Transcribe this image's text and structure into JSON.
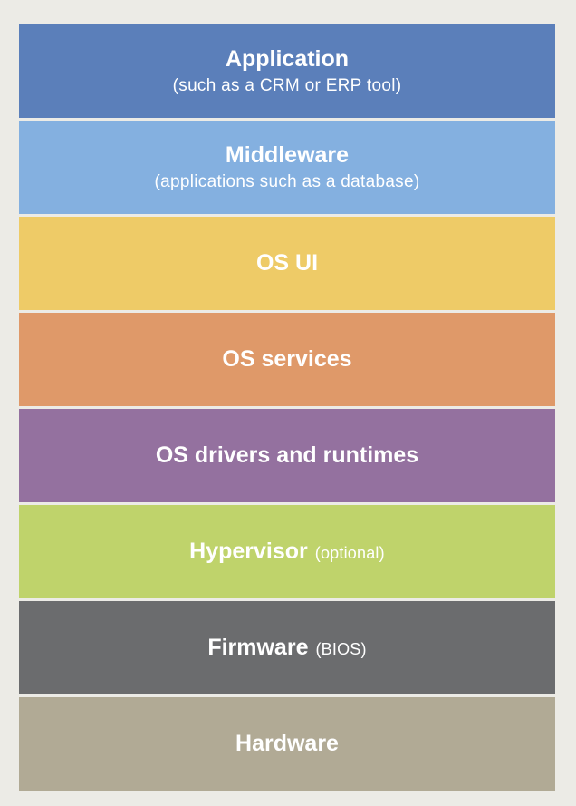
{
  "layers": [
    {
      "title": "Application",
      "note": "",
      "subtitle": "(such as a CRM or ERP tool)",
      "color": "#5b7fba"
    },
    {
      "title": "Middleware",
      "note": "",
      "subtitle": "(applications such as a database)",
      "color": "#84b0e0"
    },
    {
      "title": "OS UI",
      "note": "",
      "subtitle": "",
      "color": "#eecb67"
    },
    {
      "title": "OS services",
      "note": "",
      "subtitle": "",
      "color": "#df9969"
    },
    {
      "title": "OS drivers and runtimes",
      "note": "",
      "subtitle": "",
      "color": "#94719f"
    },
    {
      "title": "Hypervisor",
      "note": "(optional)",
      "subtitle": "",
      "color": "#bfd36b"
    },
    {
      "title": "Firmware",
      "note": "(BIOS)",
      "subtitle": "",
      "color": "#6b6c6e"
    },
    {
      "title": "Hardware",
      "note": "",
      "subtitle": "",
      "color": "#b1aa95"
    }
  ]
}
